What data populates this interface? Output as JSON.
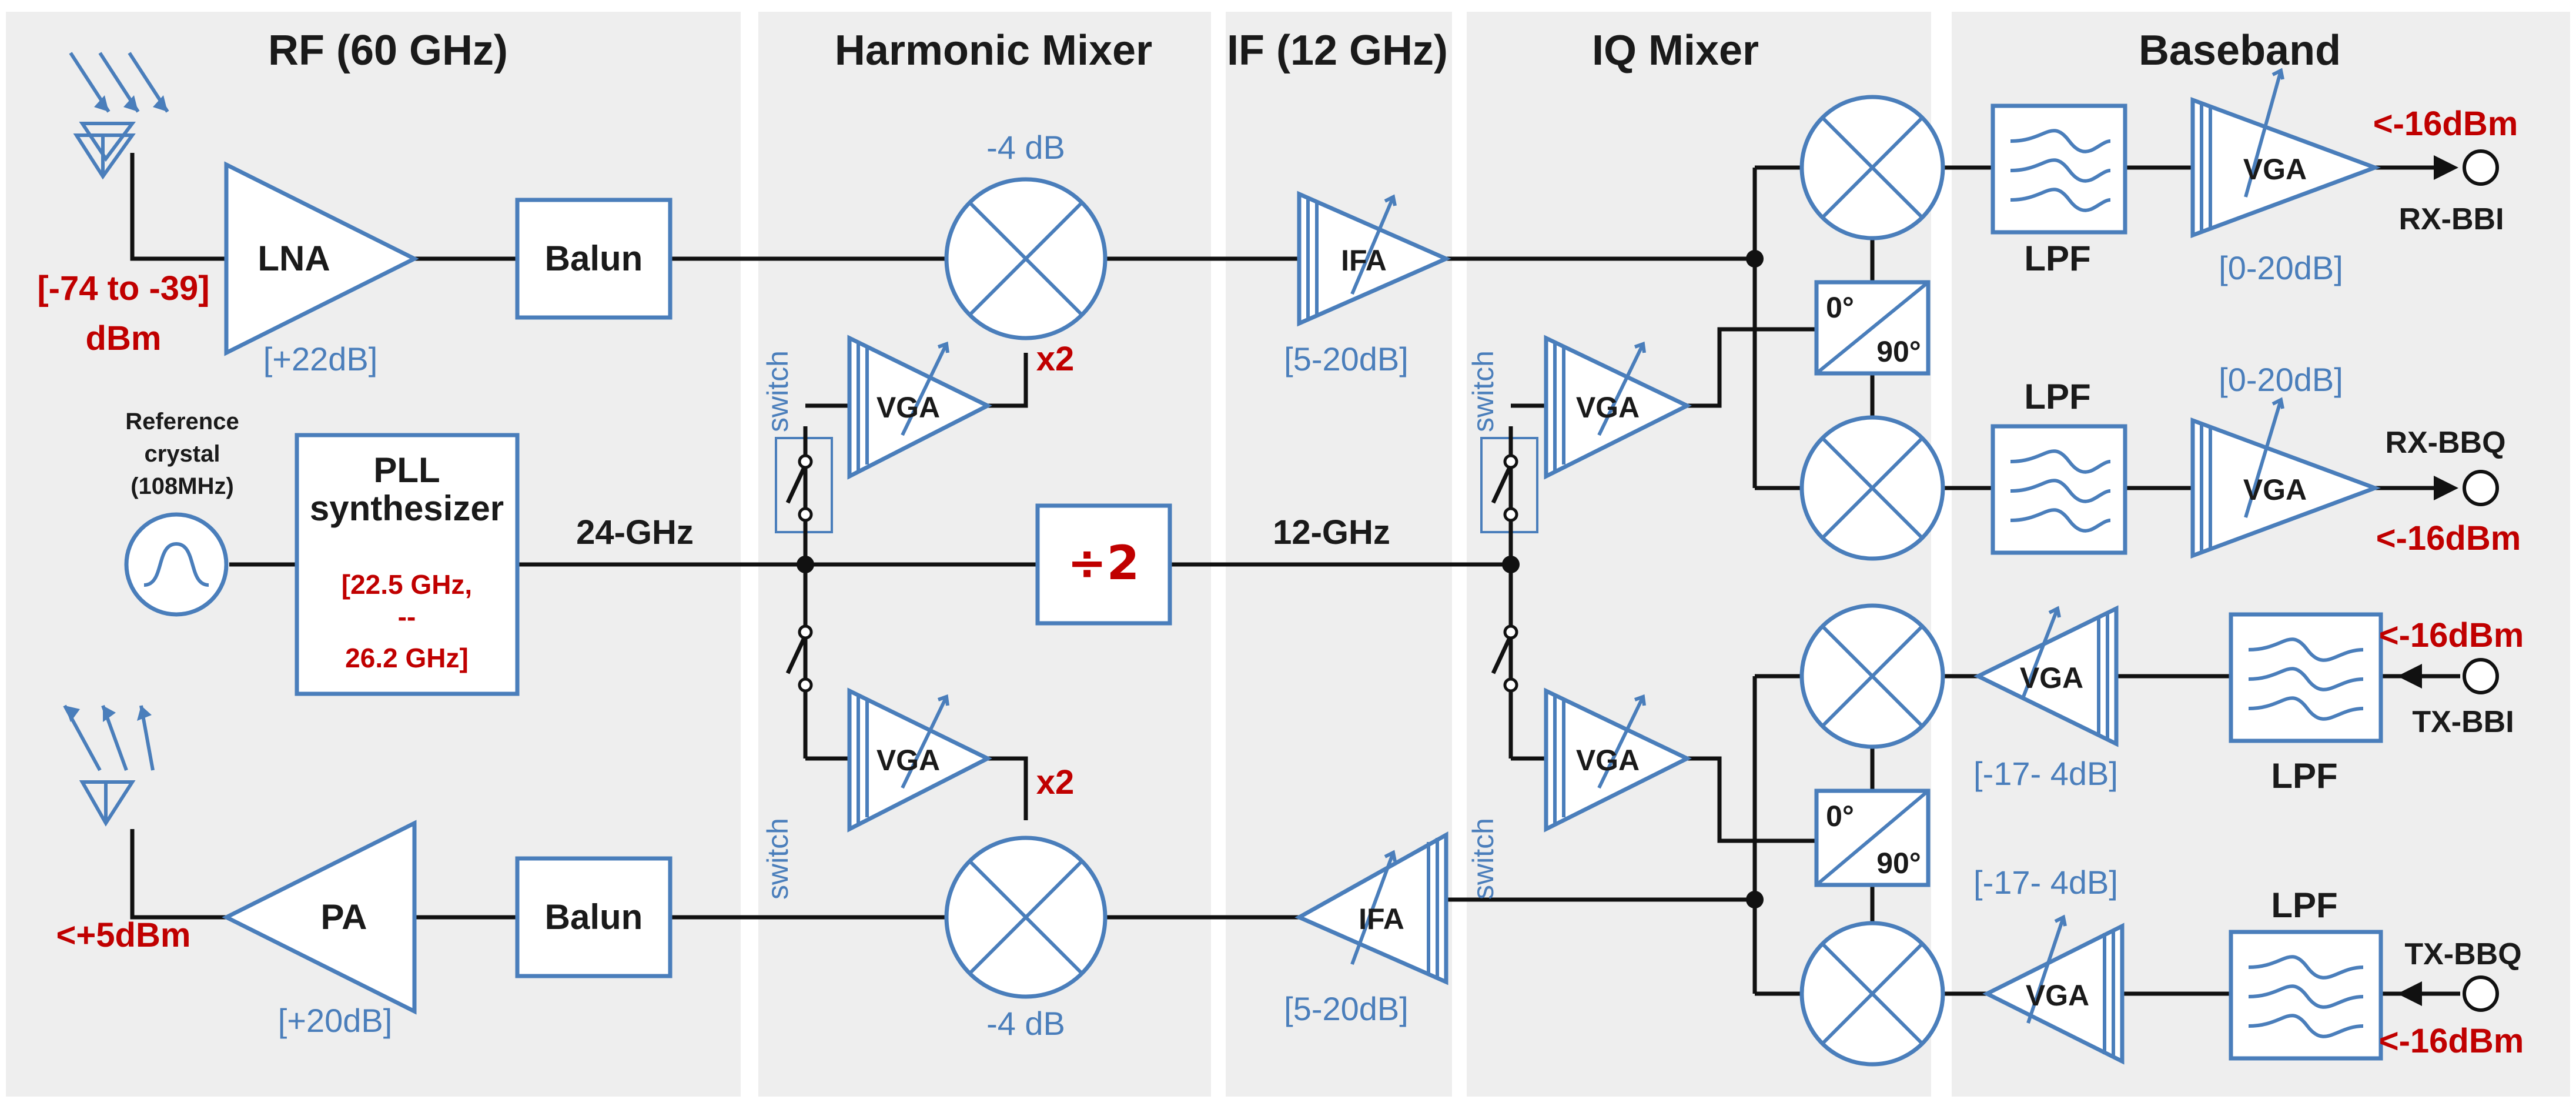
{
  "sections": {
    "rf": "RF (60 GHz)",
    "harmonic_mixer": "Harmonic Mixer",
    "if": "IF (12 GHz)",
    "iq_mixer": "IQ Mixer",
    "baseband": "Baseband"
  },
  "rf": {
    "lna": "LNA",
    "lna_gain": "[+22dB]",
    "rx_input_range": "[-74 to -39]",
    "rx_input_unit": "dBm",
    "balun_rx": "Balun",
    "pa": "PA",
    "pa_gain": "[+20dB]",
    "pa_output": "<+5dBm",
    "balun_tx": "Balun",
    "reference_line1": "Reference",
    "reference_line2": "crystal",
    "reference_line3": "(108MHz)",
    "pll_line1": "PLL",
    "pll_line2": "synthesizer",
    "pll_range1": "[22.5  GHz,",
    "pll_range2": "--",
    "pll_range3": "26.2 GHz]",
    "lo_freq": "24-GHz"
  },
  "harmonic_mixer": {
    "mixer_rx_loss": "-4 dB",
    "mixer_tx_loss": "-4 dB",
    "vga_top": "VGA",
    "vga_bottom": "VGA",
    "mult_top": "x2",
    "mult_bottom": "x2",
    "switch_top": "switch",
    "switch_bottom": "switch",
    "divider": "÷2"
  },
  "if": {
    "ifa_rx": "IFA",
    "ifa_rx_gain": "[5-20dB]",
    "ifa_tx": "IFA",
    "ifa_tx_gain": "[5-20dB]",
    "lo_freq": "12-GHz"
  },
  "iq_mixer": {
    "vga_top": "VGA",
    "vga_bottom": "VGA",
    "switch_top": "switch",
    "switch_bottom": "switch",
    "phase_0_top": "0°",
    "phase_90_top": "90°",
    "phase_0_bottom": "0°",
    "phase_90_bottom": "90°"
  },
  "baseband": {
    "lpf_rxi": "LPF",
    "vga_rxi": "VGA",
    "vga_rxi_gain": "[0-20dB]",
    "rxi_level": "<-16dBm",
    "rxi_port": "RX-BBI",
    "lpf_rxq": "LPF",
    "vga_rxq": "VGA",
    "vga_rxq_gain": "[0-20dB]",
    "rxq_level": "<-16dBm",
    "rxq_port": "RX-BBQ",
    "vga_txi": "VGA",
    "vga_txi_gain": "[-17- 4dB]",
    "lpf_txi": "LPF",
    "txi_level": "<-16dBm",
    "txi_port": "TX-BBI",
    "vga_txq": "VGA",
    "vga_txq_gain": "[-17- 4dB]",
    "lpf_txq": "LPF",
    "txq_level": "<-16dBm",
    "txq_port": "TX-BBQ"
  },
  "colors": {
    "block_stroke": "#4a7ebb",
    "annotation_red": "#c00000",
    "section_bg": "#eeeeee"
  }
}
